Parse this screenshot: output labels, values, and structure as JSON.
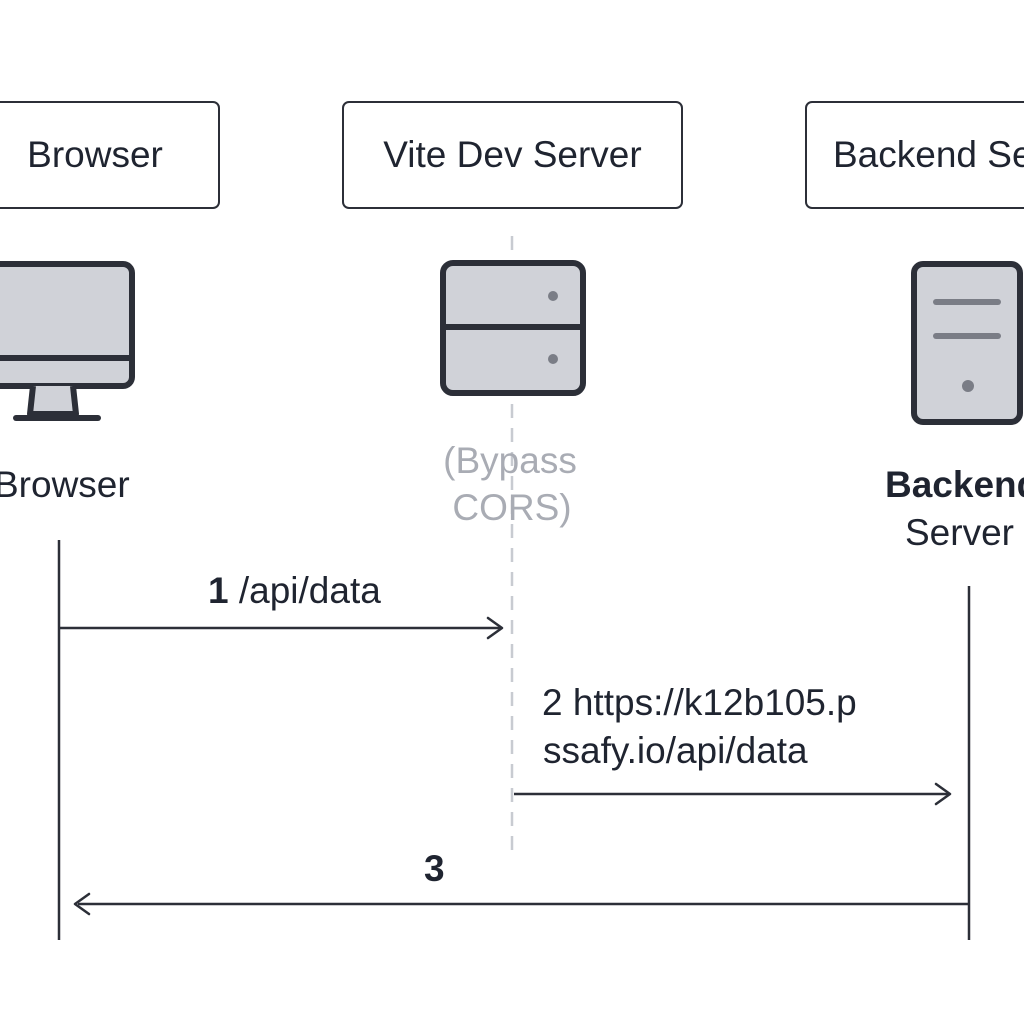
{
  "participants": {
    "browser": {
      "box_label": "Browser",
      "caption": "Browser",
      "icon": "monitor-icon"
    },
    "vite": {
      "box_label": "Vite Dev Server",
      "caption_line1": "(Bypass",
      "caption_line2": "CORS)",
      "icon": "server-icon"
    },
    "backend": {
      "box_label": "Backend Server",
      "caption_line1": "Backend",
      "caption_line2": "Server",
      "icon": "server-tower-icon"
    }
  },
  "messages": [
    {
      "number": "1",
      "text": "/api/data",
      "from": "Browser",
      "to": "Vite Dev Server"
    },
    {
      "number": "2",
      "text_line1": "https://k12b105.p",
      "text_line2": "ssafy.io/api/data",
      "from": "Vite Dev Server",
      "to": "Backend Server"
    },
    {
      "number": "3",
      "from": "Backend Server",
      "to": "Browser"
    }
  ],
  "colors": {
    "stroke": "#2c2f38",
    "icon_fill": "#d0d2d8",
    "muted_text": "#a9acb4",
    "dashed_line": "#c8cbd1"
  }
}
